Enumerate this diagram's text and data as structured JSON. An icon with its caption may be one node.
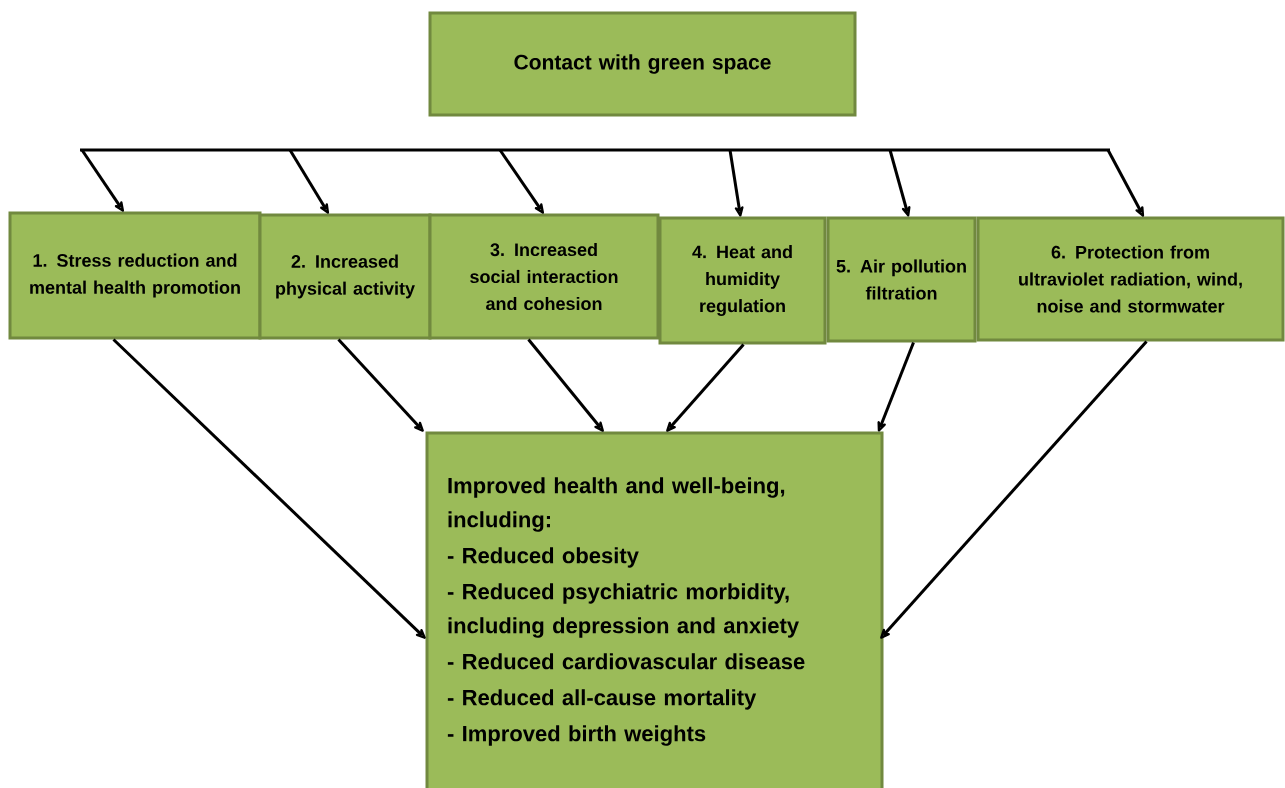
{
  "diagram": {
    "nodes": [
      {
        "text": [
          "Contact with green space"
        ]
      },
      {
        "text": [
          "1. Stress reduction and mental health promotion"
        ]
      },
      {
        "text": [
          "2. Increased physical activity"
        ]
      },
      {
        "text": [
          "3. Increased social interaction and cohesion"
        ]
      },
      {
        "text": [
          "4. Heat and humidity regulation"
        ]
      },
      {
        "text": [
          "5. Air pollution filtration"
        ]
      },
      {
        "text": [
          "6. Protection from ultraviolet radiation, wind, noise and stormwater"
        ]
      },
      {
        "text": [
          "Improved health and well-being, including:",
          "- Reduced obesity",
          "- Reduced psychiatric morbidity, including depression and anxiety",
          "- Reduced cardiovascular disease",
          "- Reduced all-cause mortality",
          "- Improved birth weights"
        ]
      }
    ],
    "edges": [
      {
        "from": null,
        "to": 1,
        "arrow": "to"
      },
      {
        "from": null,
        "to": 2,
        "arrow": "to"
      },
      {
        "from": null,
        "to": 3,
        "arrow": "to"
      },
      {
        "from": null,
        "to": 4,
        "arrow": "to"
      },
      {
        "from": null,
        "to": 5,
        "arrow": "to"
      },
      {
        "from": null,
        "to": 6,
        "arrow": "to"
      },
      {
        "from": 1,
        "to": 7,
        "arrow": "to"
      },
      {
        "from": 2,
        "to": 7,
        "arrow": "to"
      },
      {
        "from": 3,
        "to": 7,
        "arrow": "to"
      },
      {
        "from": 4,
        "to": 7,
        "arrow": "to"
      },
      {
        "from": 5,
        "to": 7,
        "arrow": "to"
      },
      {
        "from": 6,
        "to": 7,
        "arrow": "to"
      }
    ]
  }
}
